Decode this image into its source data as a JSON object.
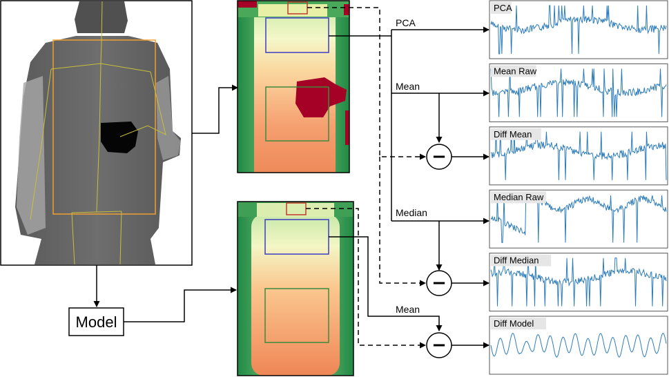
{
  "model_label": "Model",
  "flow_labels": {
    "pca": "PCA",
    "mean_top": "Mean",
    "median": "Median",
    "mean_bottom": "Mean"
  },
  "operator_symbol": "−",
  "plots": [
    {
      "title": "PCA"
    },
    {
      "title": "Mean Raw"
    },
    {
      "title": "Diff Mean"
    },
    {
      "title": "Median Raw"
    },
    {
      "title": "Diff Median"
    },
    {
      "title": "Diff Model"
    }
  ],
  "colors": {
    "signal": "#2b7bba",
    "roi_blue": "#3b3bc4",
    "roi_green": "#3d8a3d",
    "roi_red": "#c0392b",
    "skeleton": "#c8c03c",
    "bbox": "#f0a030",
    "blob": "#a50026"
  }
}
